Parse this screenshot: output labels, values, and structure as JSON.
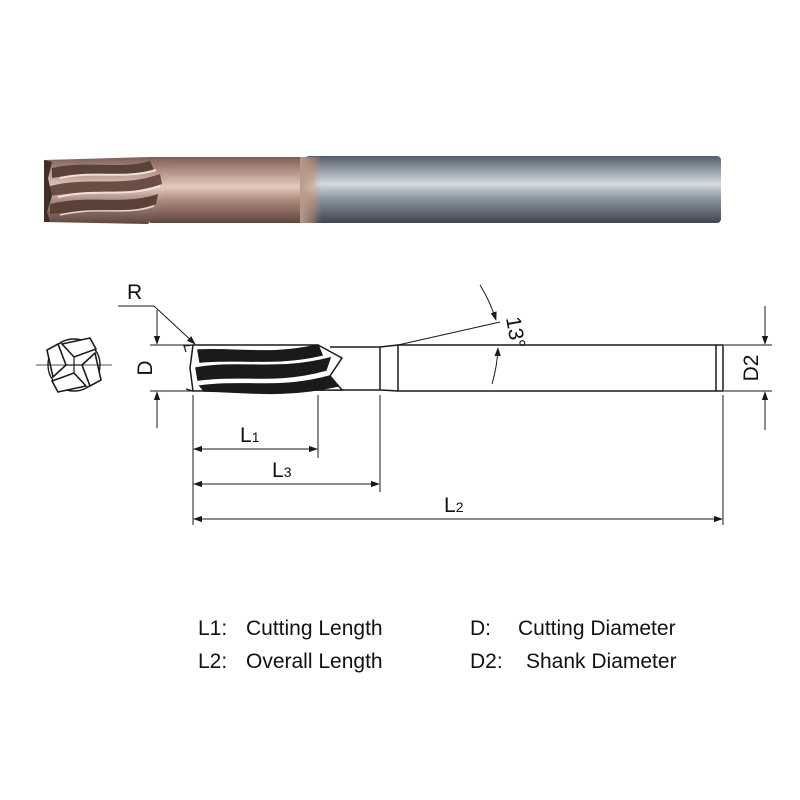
{
  "labels": {
    "radius": "R",
    "cutting_diameter": "D",
    "angle": "13°",
    "length_1_letter": "L",
    "length_1_sub": "1",
    "length_3_letter": "L",
    "length_3_sub": "3",
    "length_2_letter": "L",
    "length_2_sub": "2",
    "shank_diameter": "D2"
  },
  "legend": [
    {
      "key": "L1:",
      "text": "Cutting Length"
    },
    {
      "key": "D:",
      "text": "Cutting Diameter"
    },
    {
      "key": "L2:",
      "text": "Overall Length"
    },
    {
      "key": "D2:",
      "text": "Shank Diameter"
    }
  ],
  "colors": {
    "coating": "#b9978a",
    "shank": "#7d8893",
    "line": "#1a1a1a"
  }
}
